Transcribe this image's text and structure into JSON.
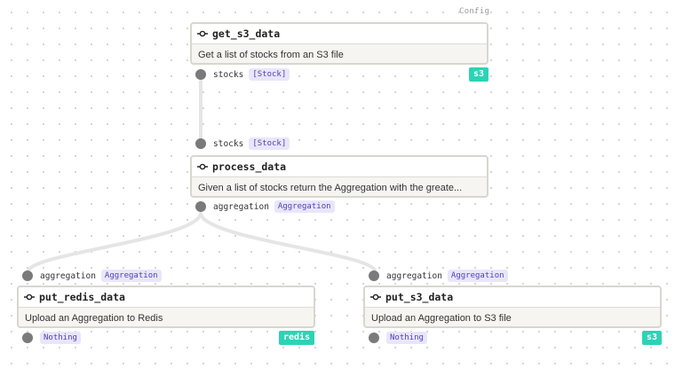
{
  "config_label": "Config",
  "ops": {
    "get_s3_data": {
      "name": "get_s3_data",
      "description": "Get a list of stocks from an S3 file",
      "output": {
        "name": "stocks",
        "type": "[Stock]"
      },
      "tag": "s3"
    },
    "process_data": {
      "name": "process_data",
      "description": "Given a list of stocks return the Aggregation with the greate...",
      "input": {
        "name": "stocks",
        "type": "[Stock]"
      },
      "output": {
        "name": "aggregation",
        "type": "Aggregation"
      }
    },
    "put_redis_data": {
      "name": "put_redis_data",
      "description": "Upload an Aggregation to Redis",
      "input": {
        "name": "aggregation",
        "type": "Aggregation"
      },
      "output": {
        "type": "Nothing"
      },
      "tag": "redis"
    },
    "put_s3_data": {
      "name": "put_s3_data",
      "description": "Upload an Aggregation to S3 file",
      "input": {
        "name": "aggregation",
        "type": "Aggregation"
      },
      "output": {
        "type": "Nothing"
      },
      "tag": "s3"
    }
  },
  "colors": {
    "tag": "#2cd3b5",
    "type_badge_bg": "#e9e6fa",
    "type_badge_text": "#4f43b4",
    "port_dot": "#7a7a7a",
    "edge": "#e5e5e5"
  },
  "icons": {
    "op": "op-node-icon"
  }
}
